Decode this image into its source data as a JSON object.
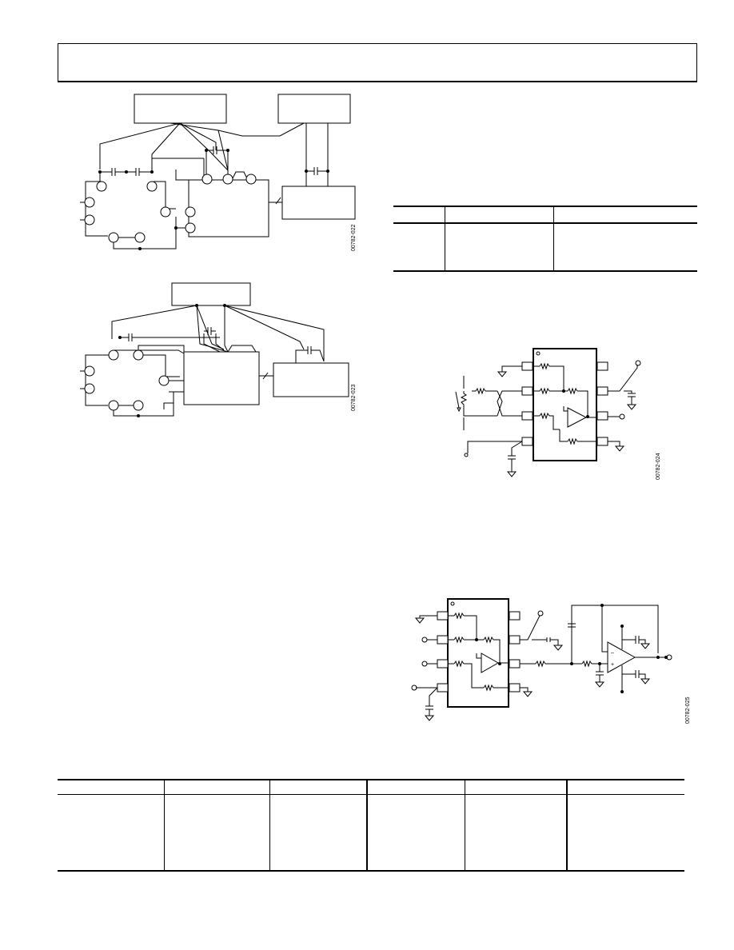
{
  "header": {},
  "figures": {
    "fig22": {
      "code": "00782-022"
    },
    "fig23": {
      "code": "00782-023"
    },
    "fig24": {
      "code": "00782-024"
    },
    "fig25": {
      "code": "00782-025"
    }
  },
  "tables": {
    "table_small": {
      "columns": 3,
      "rows": 1
    },
    "table_bottom": {
      "columns": 6,
      "rows": 1
    }
  }
}
